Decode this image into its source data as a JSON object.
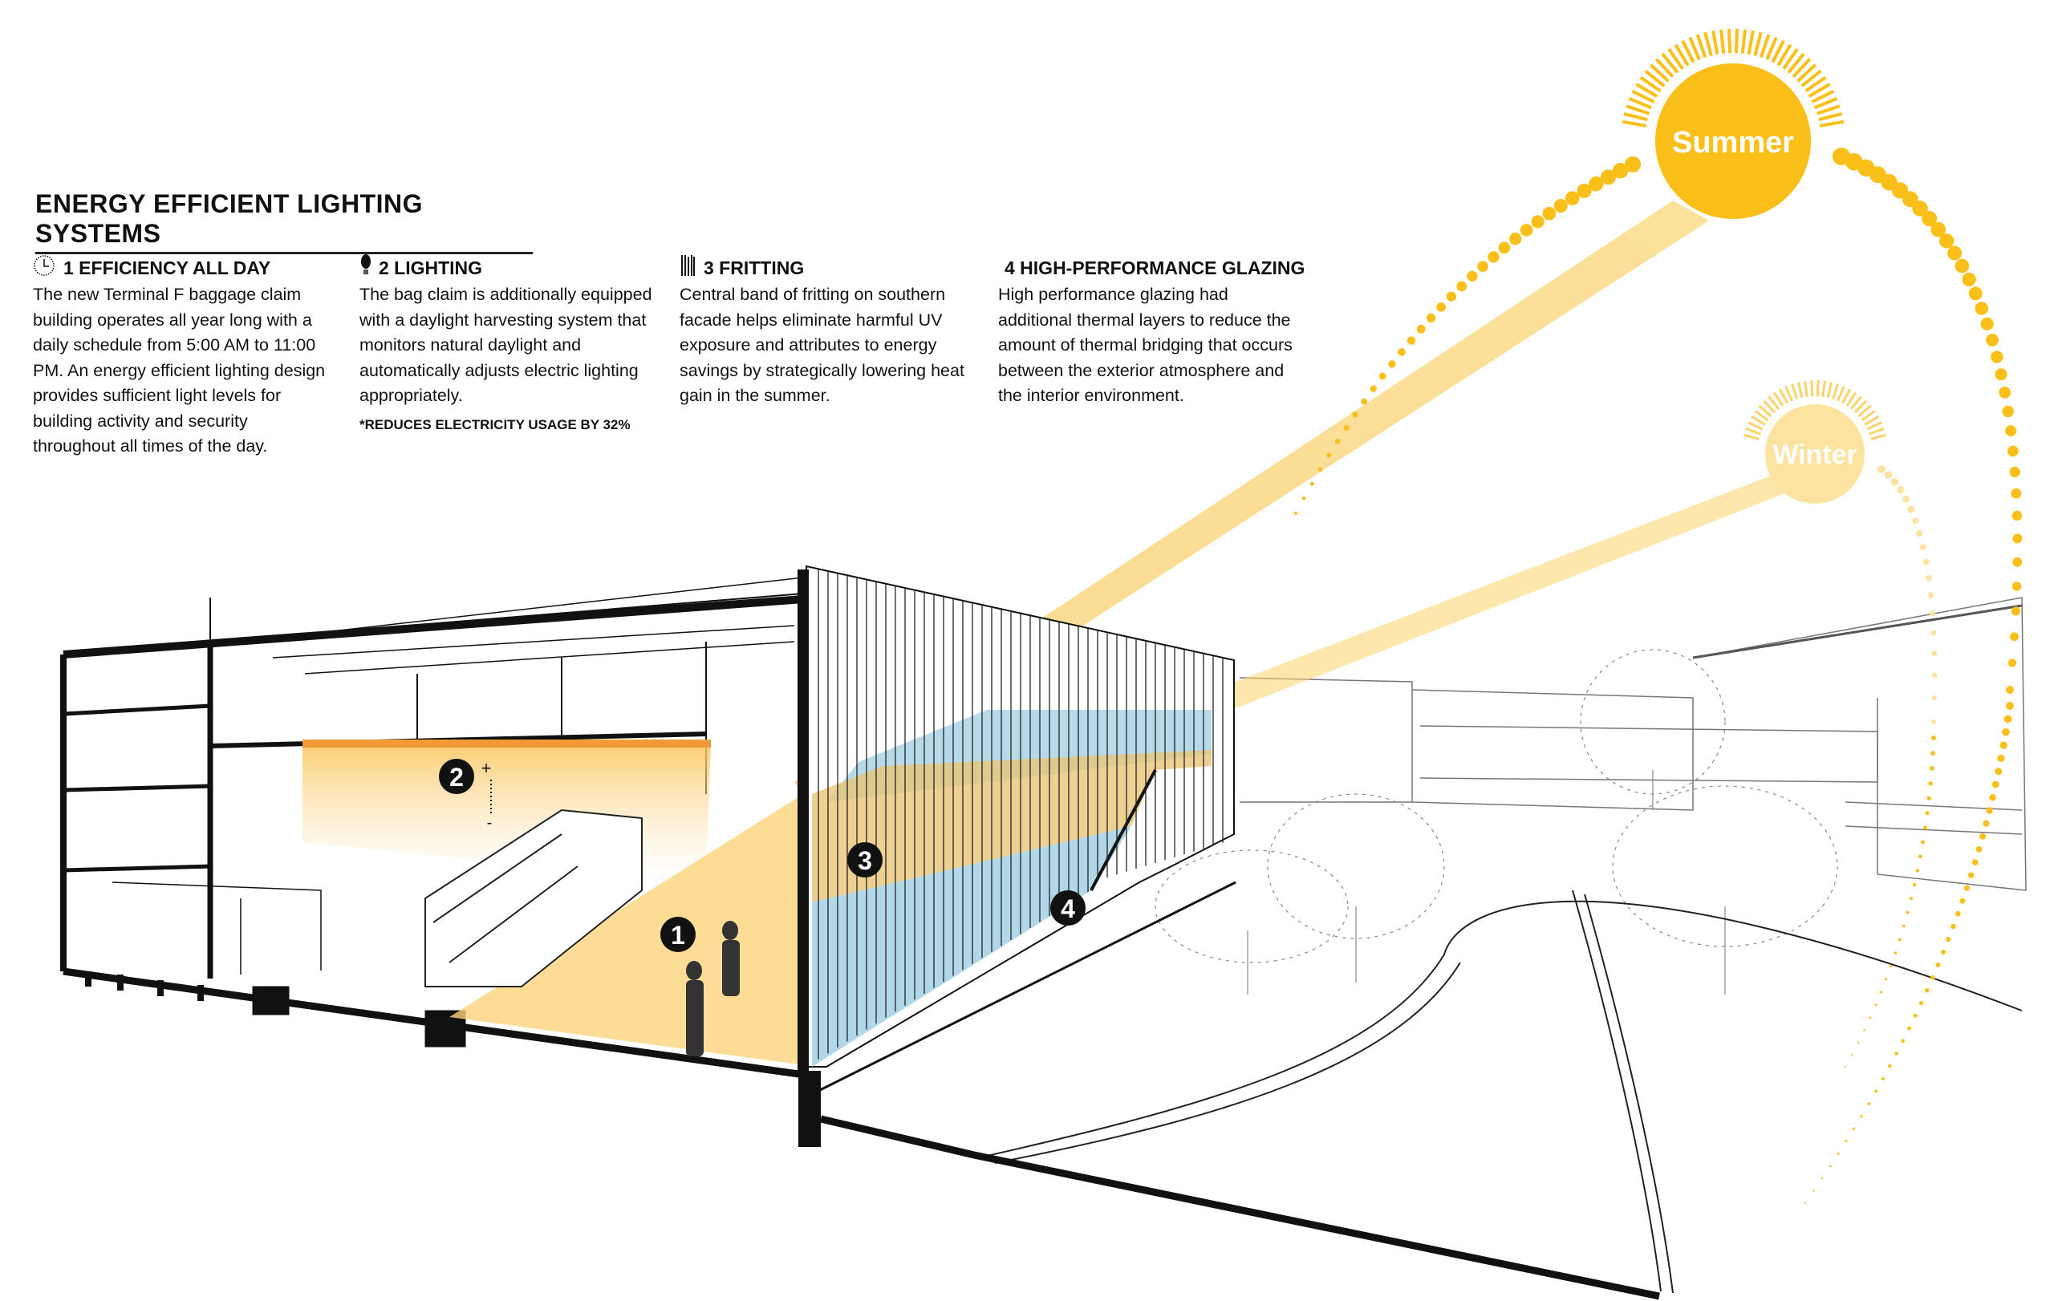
{
  "title": "ENERGY EFFICIENT LIGHTING SYSTEMS",
  "sections": [
    {
      "number": "1",
      "heading": "1 EFFICIENCY ALL DAY",
      "icon": "clock-icon",
      "body": "The new Terminal F baggage claim building operates all year long with a daily schedule from 5:00 AM to 11:00 PM. An energy efficient lighting design provides sufficient light levels for building activity and security throughout all times of the day."
    },
    {
      "number": "2",
      "heading": "2 LIGHTING",
      "icon": "lightbulb-icon",
      "body": "The bag claim is additionally equipped with a daylight harvesting system that monitors natural daylight and automatically adjusts electric lighting appropriately.",
      "note": "*REDUCES ELECTRICITY USAGE BY 32%"
    },
    {
      "number": "3",
      "heading": "3 FRITTING",
      "icon": "fritting-icon",
      "body": "Central band of fritting on southern facade helps eliminate harmful UV exposure and attributes to energy savings by strategically lowering heat gain in the summer."
    },
    {
      "number": "4",
      "heading": "4 HIGH-PERFORMANCE GLAZING",
      "icon": "glazing-icon",
      "body": "High performance glazing had additional thermal layers to reduce the amount of thermal bridging that occurs between the exterior atmosphere and the interior environment."
    }
  ],
  "suns": {
    "summer": "Summer",
    "winter": "Winter"
  },
  "markers": [
    "1",
    "2",
    "3",
    "4"
  ],
  "dimmer": {
    "plus": "+",
    "minus": "-"
  },
  "colors": {
    "sun": "#fbbf1a",
    "winter_sun": "#fde3a0",
    "glazing": "#a9d4e6",
    "light": "#fcd57a",
    "ink": "#111111"
  }
}
